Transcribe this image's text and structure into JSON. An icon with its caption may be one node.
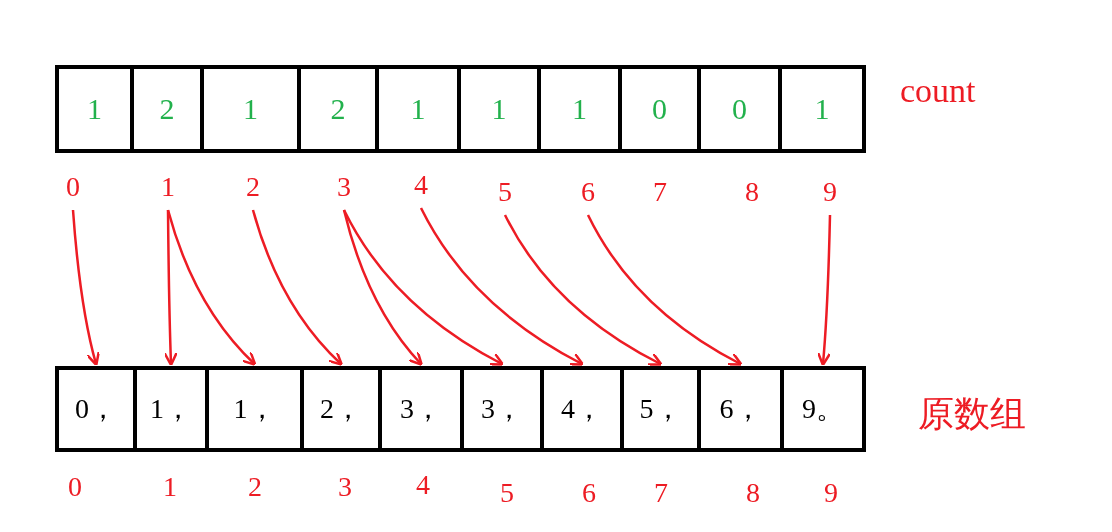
{
  "diagram": {
    "nodes": [
      {
        "text": [
          "1"
        ]
      },
      {
        "text": [
          "2"
        ]
      },
      {
        "text": [
          "1"
        ]
      },
      {
        "text": [
          "2"
        ]
      },
      {
        "text": [
          "1"
        ]
      },
      {
        "text": [
          "1"
        ]
      },
      {
        "text": [
          "1"
        ]
      },
      {
        "text": [
          "0"
        ]
      },
      {
        "text": [
          "0"
        ]
      },
      {
        "text": [
          "1"
        ]
      },
      {
        "text": [
          "0"
        ]
      },
      {
        "text": [
          "1"
        ]
      },
      {
        "text": [
          "2"
        ]
      },
      {
        "text": [
          "3"
        ]
      },
      {
        "text": [
          "4"
        ]
      },
      {
        "text": [
          "5"
        ]
      },
      {
        "text": [
          "6"
        ]
      },
      {
        "text": [
          "7"
        ]
      },
      {
        "text": [
          "8"
        ]
      },
      {
        "text": [
          "9"
        ]
      },
      {
        "text": [
          "0，"
        ]
      },
      {
        "text": [
          "1，"
        ]
      },
      {
        "text": [
          "1，"
        ]
      },
      {
        "text": [
          "2，"
        ]
      },
      {
        "text": [
          "3，"
        ]
      },
      {
        "text": [
          "3，"
        ]
      },
      {
        "text": [
          "4，"
        ]
      },
      {
        "text": [
          "5，"
        ]
      },
      {
        "text": [
          "6，"
        ]
      },
      {
        "text": [
          "9。"
        ]
      }
    ],
    "edges": [
      {
        "from": 10,
        "to": 20,
        "arrow": "to"
      },
      {
        "from": 11,
        "to": 21,
        "arrow": "to"
      },
      {
        "from": 11,
        "to": 22,
        "arrow": "to"
      },
      {
        "from": 12,
        "to": 23,
        "arrow": "to"
      },
      {
        "from": 13,
        "to": 24,
        "arrow": "to"
      },
      {
        "from": 13,
        "to": 25,
        "arrow": "to"
      },
      {
        "from": 14,
        "to": 26,
        "arrow": "to"
      },
      {
        "from": 15,
        "to": 27,
        "arrow": "to"
      },
      {
        "from": 16,
        "to": 28,
        "arrow": "to"
      },
      {
        "from": 19,
        "to": 29,
        "arrow": "to"
      }
    ],
    "labels": [
      "count",
      "原数组",
      "0",
      "1",
      "2",
      "3",
      "4",
      "5",
      "6",
      "7",
      "8",
      "9"
    ]
  }
}
